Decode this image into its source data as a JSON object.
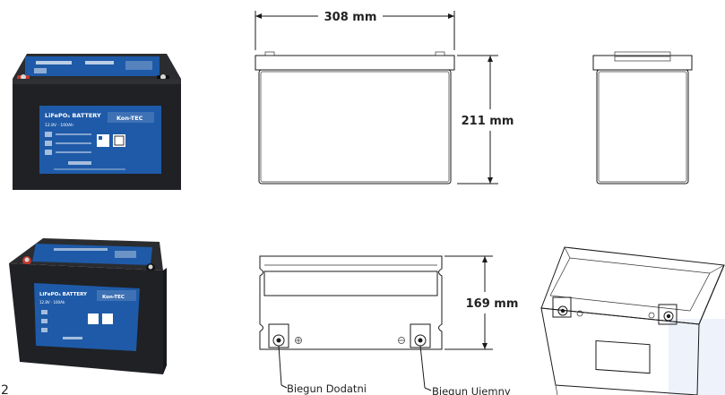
{
  "dimensions": {
    "length": "308 mm",
    "height": "211 mm",
    "width": "169 mm"
  },
  "terminals": {
    "positive": "Biegun Dodatni",
    "negative": "Biegun Ujemny"
  },
  "product_label": {
    "title": "LiFePO₄ BATTERY",
    "spec": "12.8V · 100Ah",
    "brand": "Kon-TEC"
  },
  "corner_mark": "2",
  "colors": {
    "battery_body": "#1f2124",
    "label_blue": "#1e5aa8",
    "accent_panel": "#eef2fb"
  }
}
